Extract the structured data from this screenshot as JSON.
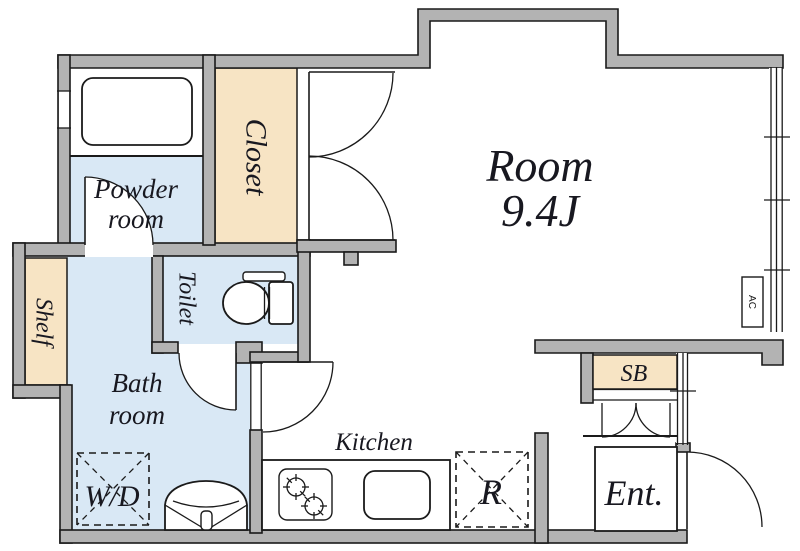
{
  "colors": {
    "wall_fill": "#b3b3b3",
    "wet_area_floor": "#d9e8f5",
    "storage_floor": "#f7e4c4",
    "outline": "#1a1a1a",
    "label_text": "#181820",
    "background": "#ffffff"
  },
  "rooms": {
    "main": {
      "name": "Room",
      "size": "9.4J"
    },
    "closet": {
      "label": "Closet"
    },
    "powder": {
      "line1": "Powder",
      "line2": "room"
    },
    "bath": {
      "line1": "Bath",
      "line2": "room"
    },
    "toilet": {
      "label": "Toilet"
    },
    "shelf": {
      "label": "Shelf"
    },
    "kitchen": {
      "label": "Kitchen"
    },
    "entrance": {
      "label": "Ent."
    },
    "shoe_box": {
      "label": "SB"
    }
  },
  "fixtures": {
    "washer_dryer": "W/D",
    "refrigerator": "R",
    "air_conditioner": "AC"
  }
}
